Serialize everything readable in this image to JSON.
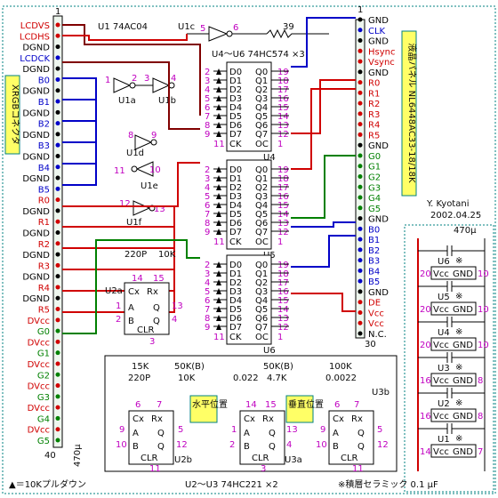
{
  "left_connector": {
    "label": "XRGBコネクタ",
    "pin_top": "1",
    "pin_bottom": "40",
    "pins": [
      {
        "name": "LCDVS",
        "color": "red"
      },
      {
        "name": "LCDHS",
        "color": "red"
      },
      {
        "name": "DGND",
        "color": "black"
      },
      {
        "name": "LCDCK",
        "color": "blue"
      },
      {
        "name": "DGND",
        "color": "black"
      },
      {
        "name": "B0",
        "color": "blue"
      },
      {
        "name": "DGND",
        "color": "black"
      },
      {
        "name": "B1",
        "color": "blue"
      },
      {
        "name": "DGND",
        "color": "black"
      },
      {
        "name": "B2",
        "color": "blue"
      },
      {
        "name": "DGND",
        "color": "black"
      },
      {
        "name": "B3",
        "color": "blue"
      },
      {
        "name": "DGND",
        "color": "black"
      },
      {
        "name": "B4",
        "color": "blue"
      },
      {
        "name": "DGND",
        "color": "black"
      },
      {
        "name": "B5",
        "color": "blue"
      },
      {
        "name": "R0",
        "color": "red"
      },
      {
        "name": "DGND",
        "color": "black"
      },
      {
        "name": "R1",
        "color": "red"
      },
      {
        "name": "DGND",
        "color": "black"
      },
      {
        "name": "R2",
        "color": "red"
      },
      {
        "name": "DGND",
        "color": "black"
      },
      {
        "name": "R3",
        "color": "red"
      },
      {
        "name": "DGND",
        "color": "black"
      },
      {
        "name": "R4",
        "color": "red"
      },
      {
        "name": "DGND",
        "color": "black"
      },
      {
        "name": "R5",
        "color": "red"
      },
      {
        "name": "DVcc",
        "color": "red"
      },
      {
        "name": "G0",
        "color": "green"
      },
      {
        "name": "DVcc",
        "color": "red"
      },
      {
        "name": "G1",
        "color": "green"
      },
      {
        "name": "DVcc",
        "color": "red"
      },
      {
        "name": "G2",
        "color": "green"
      },
      {
        "name": "DVcc",
        "color": "red"
      },
      {
        "name": "G3",
        "color": "green"
      },
      {
        "name": "DVcc",
        "color": "red"
      },
      {
        "name": "G4",
        "color": "green"
      },
      {
        "name": "DVcc",
        "color": "red"
      },
      {
        "name": "G5",
        "color": "green"
      }
    ]
  },
  "right_connector": {
    "label": "液晶パネル NL6448AC33-18/18K",
    "pin_top": "1",
    "pin_bottom": "30",
    "pins": [
      {
        "name": "GND",
        "color": "black"
      },
      {
        "name": "CLK",
        "color": "blue"
      },
      {
        "name": "GND",
        "color": "black"
      },
      {
        "name": "Hsync",
        "color": "red"
      },
      {
        "name": "Vsync",
        "color": "red"
      },
      {
        "name": "GND",
        "color": "black"
      },
      {
        "name": "R0",
        "color": "red"
      },
      {
        "name": "R1",
        "color": "red"
      },
      {
        "name": "R2",
        "color": "red"
      },
      {
        "name": "R3",
        "color": "red"
      },
      {
        "name": "R4",
        "color": "red"
      },
      {
        "name": "R5",
        "color": "red"
      },
      {
        "name": "GND",
        "color": "black"
      },
      {
        "name": "G0",
        "color": "green"
      },
      {
        "name": "G1",
        "color": "green"
      },
      {
        "name": "G2",
        "color": "green"
      },
      {
        "name": "G3",
        "color": "green"
      },
      {
        "name": "G4",
        "color": "green"
      },
      {
        "name": "G5",
        "color": "green"
      },
      {
        "name": "GND",
        "color": "black"
      },
      {
        "name": "B0",
        "color": "blue"
      },
      {
        "name": "B1",
        "color": "blue"
      },
      {
        "name": "B2",
        "color": "blue"
      },
      {
        "name": "B3",
        "color": "blue"
      },
      {
        "name": "B4",
        "color": "blue"
      },
      {
        "name": "B5",
        "color": "blue"
      },
      {
        "name": "GND",
        "color": "black"
      },
      {
        "name": "DE",
        "color": "red"
      },
      {
        "name": "Vcc",
        "color": "red"
      },
      {
        "name": "Vcc",
        "color": "red"
      },
      {
        "name": "N.C.",
        "color": "black"
      }
    ]
  },
  "u1": {
    "title": "U1 74AC04",
    "gates": [
      {
        "name": "U1a",
        "in": "1",
        "out": "2"
      },
      {
        "name": "U1b",
        "in": "3",
        "out": "4"
      },
      {
        "name": "U1c",
        "in": "5",
        "out": "6"
      },
      {
        "name": "U1d",
        "in": "8",
        "out": "9"
      },
      {
        "name": "U1e",
        "in": "11",
        "out": "10"
      },
      {
        "name": "U1f",
        "in": "12",
        "out": "13"
      }
    ]
  },
  "clock_resistor": "39",
  "latches": {
    "title": "U4～U6 74HC574 ×3",
    "chips": [
      {
        "name": "U4",
        "ck_pin": "11",
        "oc_pin": "1"
      },
      {
        "name": "U5",
        "ck_pin": "11",
        "oc_pin": "1"
      },
      {
        "name": "U6",
        "ck_pin": "11",
        "oc_pin": "1"
      }
    ],
    "d_labels": [
      "D0",
      "D1",
      "D2",
      "D3",
      "D4",
      "D5",
      "D6",
      "D7"
    ],
    "q_labels": [
      "Q0",
      "Q1",
      "Q2",
      "Q3",
      "Q4",
      "Q5",
      "Q6",
      "Q7"
    ],
    "d_pins": [
      "2",
      "3",
      "4",
      "5",
      "6",
      "7",
      "8",
      "9"
    ],
    "q_pins": [
      "19",
      "18",
      "17",
      "16",
      "15",
      "14",
      "13",
      "12"
    ],
    "ck_label": "CK",
    "oc_label": "OC"
  },
  "u2a": {
    "name": "U2a",
    "cap": "220P",
    "res": "10K",
    "cx": "Cx",
    "rx": "Rx",
    "a": "A",
    "b": "B",
    "q": "Q",
    "qbar": "Q",
    "clr": "CLR",
    "pins": {
      "cx": "14",
      "rx": "15",
      "a": "1",
      "b": "2",
      "q": "13",
      "qbar": "4",
      "clr": "3"
    }
  },
  "u2b": {
    "name": "U2b",
    "r1": "15K",
    "cap": "220P",
    "pot": "50K(B)",
    "r2": "10K",
    "label": "水平位置",
    "pins": {
      "cx": "6",
      "rx": "7",
      "a": "9",
      "b": "10",
      "q": "5",
      "qbar": "12",
      "clr": "11"
    }
  },
  "u3a": {
    "name": "U3a",
    "cap": "0.022",
    "pot": "50K(B)",
    "r": "4.7K",
    "label": "垂直位置",
    "pins": {
      "cx": "14",
      "rx": "15",
      "a": "1",
      "b": "2",
      "q": "13",
      "qbar": "4",
      "clr": "3"
    }
  },
  "u3b": {
    "name": "U3b",
    "r": "100K",
    "cap": "0.0022",
    "pins": {
      "cx": "6",
      "rx": "7",
      "a": "9",
      "b": "10",
      "q": "5",
      "qbar": "12",
      "clr": "11"
    }
  },
  "author": {
    "name": "Y. Kyotani",
    "date": "2002.04.25"
  },
  "power_decoupling": {
    "bulk_cap": "470μ",
    "rows": [
      {
        "chip": "U6",
        "vcc_pin": "20",
        "gnd_pin": "10"
      },
      {
        "chip": "U5",
        "vcc_pin": "20",
        "gnd_pin": "10"
      },
      {
        "chip": "U4",
        "vcc_pin": "20",
        "gnd_pin": "10"
      },
      {
        "chip": "U3",
        "vcc_pin": "16",
        "gnd_pin": "8"
      },
      {
        "chip": "U2",
        "vcc_pin": "16",
        "gnd_pin": "8"
      },
      {
        "chip": "U1",
        "vcc_pin": "14",
        "gnd_pin": "7"
      }
    ],
    "vcc": "Vcc",
    "gnd": "GND",
    "mark": "※"
  },
  "bottom": {
    "pulldown_note": "▲＝10Kプルダウン",
    "u2u3_note": "U2～U3  74HC221  ×2",
    "cap_note": "※積層セラミック 0.1 μF",
    "bulk_cap_left": "470μ"
  },
  "colors": {
    "red": "#d00000",
    "blue": "#0000c8",
    "green": "#008000",
    "brown": "#800000",
    "magenta": "#c000c0",
    "teal": "#008080",
    "label_bg": "#ffff66"
  }
}
